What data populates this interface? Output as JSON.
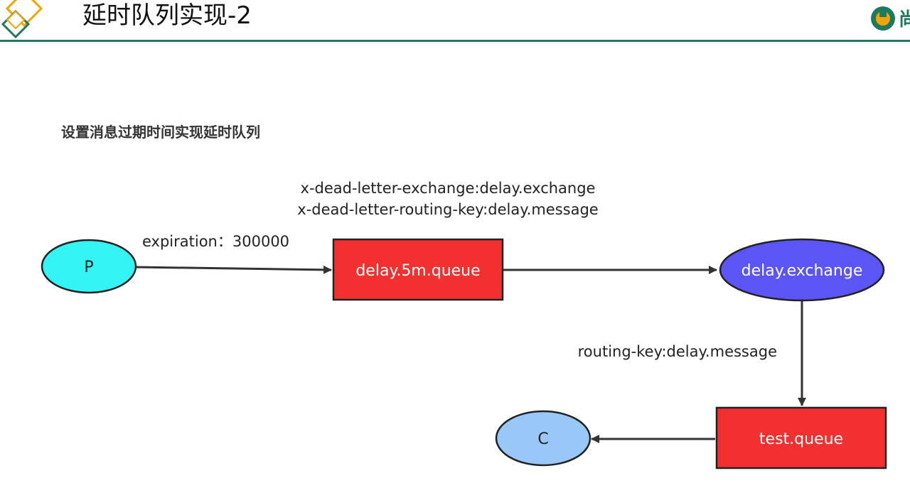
{
  "header": {
    "title": "延时队列实现-2",
    "logo_colors": {
      "green": "#1d7a5f",
      "orange": "#f2a400"
    }
  },
  "diagram": {
    "title": "设置消息过期时间实现延时队列",
    "nodes": {
      "producer": {
        "label": "P",
        "shape": "ellipse",
        "color": "#33f3f3"
      },
      "delay_queue": {
        "label": "delay.5m.queue",
        "shape": "rect",
        "color": "#f23030"
      },
      "delay_exchange": {
        "label": "delay.exchange",
        "shape": "ellipse",
        "color": "#5b55f5"
      },
      "test_queue": {
        "label": "test.queue",
        "shape": "rect",
        "color": "#f23030"
      },
      "consumer": {
        "label": "C",
        "shape": "ellipse",
        "color": "#99c8f8"
      }
    },
    "edge_labels": {
      "expiration": "expiration：300000",
      "dead_letter_exchange": "x-dead-letter-exchange:delay.exchange",
      "dead_letter_routing_key": "x-dead-letter-routing-key:delay.message",
      "routing_key": "routing-key:delay.message"
    }
  }
}
